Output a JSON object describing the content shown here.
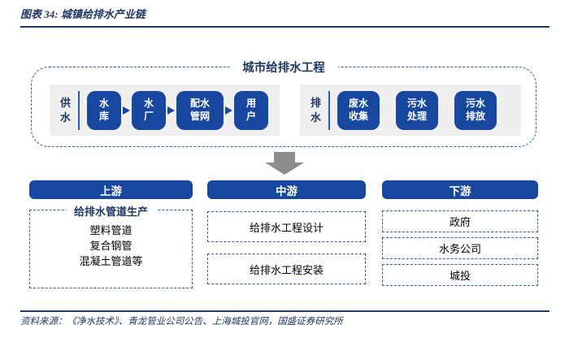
{
  "figure": {
    "title": "图表 34:  城镇给排水产业链"
  },
  "colors": {
    "navy_text": "#1F3864",
    "node_blue": "#17479E",
    "dashed_border_blue": "#2F5BB7",
    "panel_gray": "#EFEFEF",
    "arrow_gray": "#8C8C8C"
  },
  "diagram": {
    "container_title": "城市给排水工程",
    "supply": {
      "label": "供\n水",
      "nodes": [
        "水\n库",
        "水\n厂",
        "配水\n管网",
        "用\n户"
      ]
    },
    "drain": {
      "label": "排\n水",
      "nodes": [
        "废水\n收集",
        "污水\n处理",
        "污水\n排放"
      ]
    }
  },
  "columns": {
    "upstream": {
      "header": "上游",
      "box_title": "给排水管道生产",
      "items": [
        "塑料管道",
        "复合钢管",
        "混凝土管道等"
      ]
    },
    "midstream": {
      "header": "中游",
      "boxes": [
        "给排水工程设计",
        "给排水工程安装"
      ]
    },
    "downstream": {
      "header": "下游",
      "boxes": [
        "政府",
        "水务公司",
        "城投"
      ]
    }
  },
  "source": {
    "text": "资料来源：《净水技术》、青龙管业公司公告、上海城投官网，国盛证券研究所"
  }
}
